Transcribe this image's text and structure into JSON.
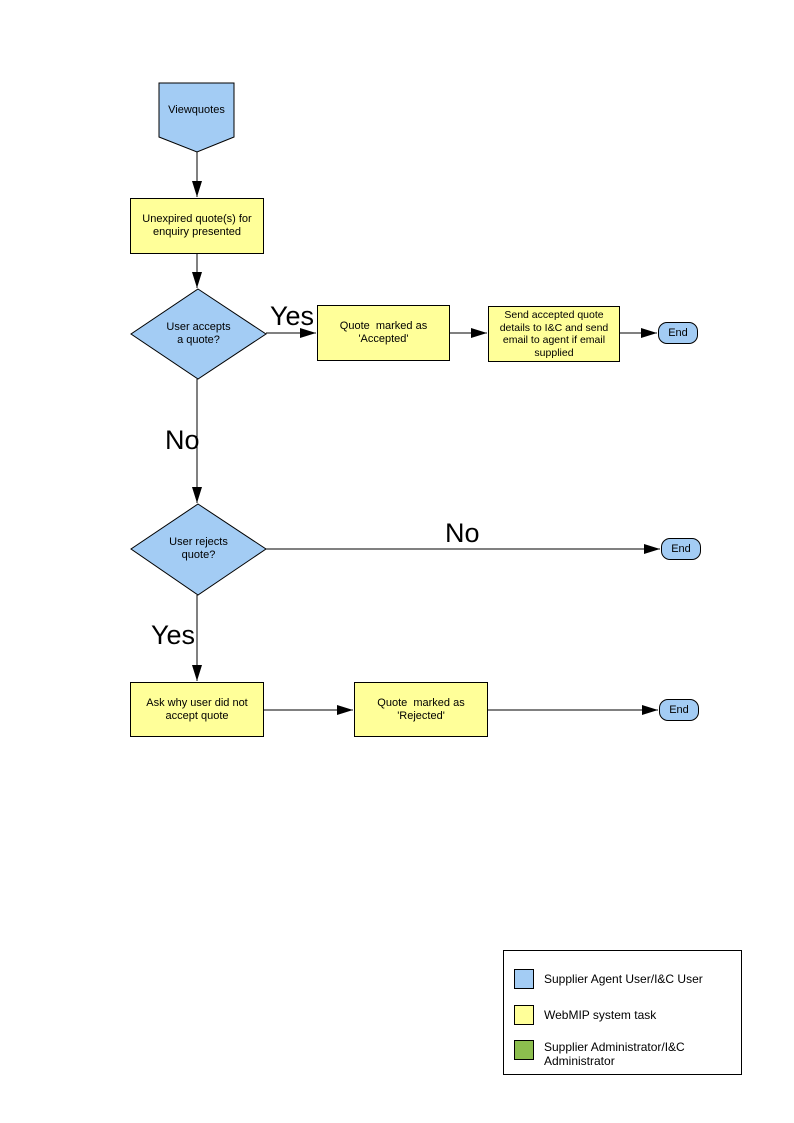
{
  "colors": {
    "user_blue": "#A3CCF4",
    "system_yellow": "#FFFF99",
    "admin_green": "#8CBE4E"
  },
  "nodes": {
    "start": {
      "label": "Viewquotes"
    },
    "present_quotes": {
      "label": "Unexpired quote(s) for\nenquiry presented"
    },
    "accept_decision": {
      "label": "User accepts\na quote?"
    },
    "mark_accepted": {
      "label": "Quote  marked as\n'Accepted'"
    },
    "send_details": {
      "label": "Send accepted quote\ndetails to I&C and send\nemail to agent if email\nsupplied"
    },
    "end_accepted": {
      "label": "End"
    },
    "reject_decision": {
      "label": "User rejects\nquote?"
    },
    "end_no_reject": {
      "label": "End"
    },
    "ask_why": {
      "label": "Ask why user did not\naccept quote"
    },
    "mark_rejected": {
      "label": "Quote  marked as\n'Rejected'"
    },
    "end_rejected": {
      "label": "End"
    }
  },
  "edge_labels": {
    "accept_yes": "Yes",
    "accept_no": "No",
    "reject_no": "No",
    "reject_yes": "Yes"
  },
  "legend": {
    "items": [
      {
        "label": "Supplier Agent User/I&C User",
        "color": "#A3CCF4"
      },
      {
        "label": "WebMIP system task",
        "color": "#FFFF99"
      },
      {
        "label": "Supplier Administrator/I&C\nAdministrator",
        "color": "#8CBE4E"
      }
    ]
  }
}
